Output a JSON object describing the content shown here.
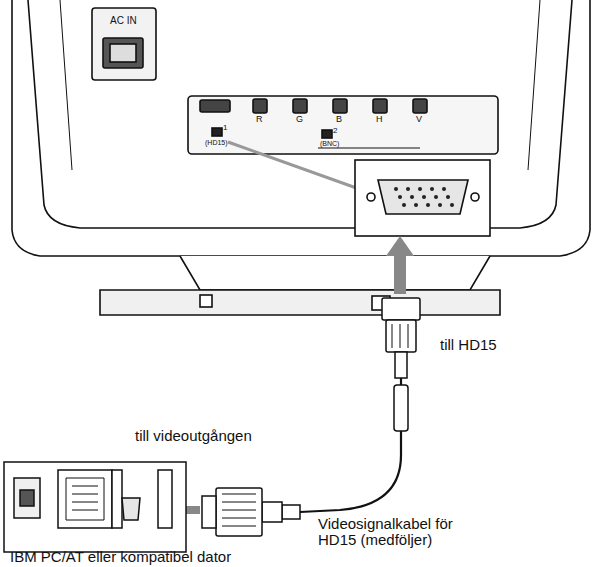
{
  "diagram": {
    "nodes": [
      {
        "text": [
          "IBM PC/AT eller kompatibel dator"
        ]
      }
    ],
    "labels": [
      "AC IN",
      "1",
      "(HD15)",
      "R",
      "G",
      "B",
      "H",
      "V",
      "2",
      "(BNC)",
      "till HD15",
      "till videoutgången",
      "Videosignalkabel för HD15 (medföljer)"
    ]
  }
}
